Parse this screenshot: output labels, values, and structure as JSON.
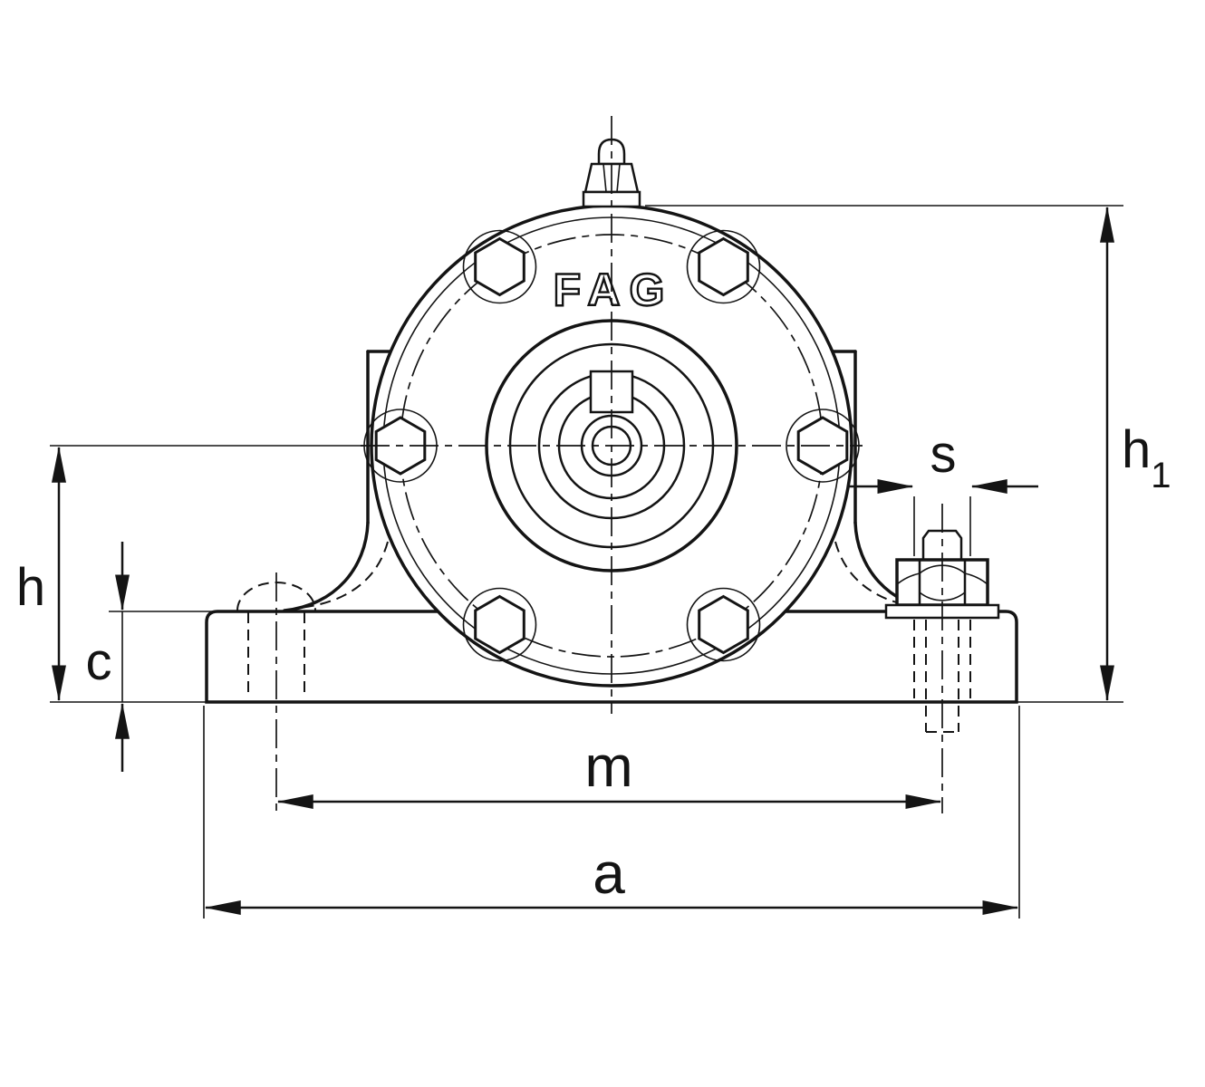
{
  "meta": {
    "type": "technical-dimension-drawing",
    "background_color": "#ffffff",
    "line_color": "#141414"
  },
  "logo": {
    "text": "FAG"
  },
  "dimensions": {
    "h1": {
      "base": "h",
      "subscript": "1"
    },
    "h": "h",
    "c": "c",
    "s": "s",
    "m": "m",
    "a": "a"
  }
}
